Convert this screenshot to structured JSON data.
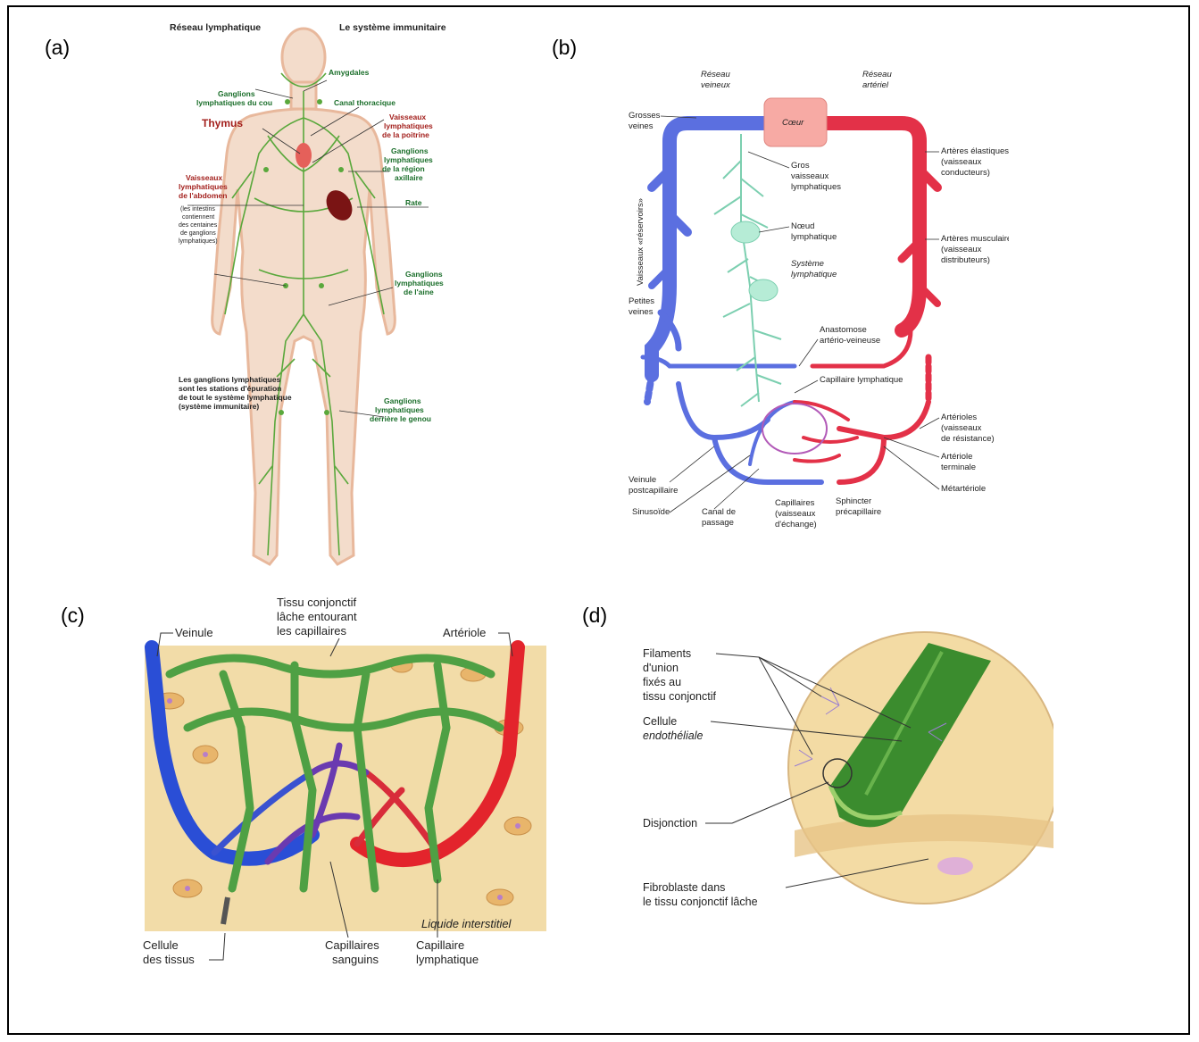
{
  "panels": {
    "a": "(a)",
    "b": "(b)",
    "c": "(c)",
    "d": "(d)"
  },
  "colors": {
    "lymph_green": "#4f9a3a",
    "vein_blue": "#4b5fd6",
    "artery_red": "#e2243a",
    "heart_pink": "#f7a9a8",
    "skin": "#f2d9c4",
    "tissue_yellow": "#f3dba4"
  },
  "panel_a": {
    "title_left": "Réseau lymphatique",
    "title_right": "Le système immunitaire",
    "amygdales": "Amygdales",
    "ganglions_cou_1": "Ganglions",
    "ganglions_cou_2": "lymphatiques du cou",
    "canal": "Canal thoracique",
    "thymus": "Thymus",
    "vaisseaux_poitrine_1": "Vaisseaux",
    "vaisseaux_poitrine_2": "lymphatiques",
    "vaisseaux_poitrine_3": "de la poitrine",
    "axillaire_1": "Ganglions",
    "axillaire_2": "lymphatiques",
    "axillaire_3": "de la région",
    "axillaire_4": "axillaire",
    "abdomen_1": "Vaisseaux",
    "abdomen_2": "lymphatiques",
    "abdomen_3": "de l'abdomen",
    "intestins_1": "(les intestins",
    "intestins_2": "contiennent",
    "intestins_3": "des centaines",
    "intestins_4": "de ganglions",
    "intestins_5": "lymphatiques)",
    "rate": "Rate",
    "aine_1": "Ganglions",
    "aine_2": "lymphatiques",
    "aine_3": "de l'aine",
    "stations_1": "Les ganglions lymphatiques",
    "stations_2": "sont les stations d'épuration",
    "stations_3": "de tout le système lymphatique",
    "stations_4": "(système immunitaire)",
    "genou_1": "Ganglions",
    "genou_2": "lymphatiques",
    "genou_3": "derrière le genou"
  },
  "panel_b": {
    "reseau_veineux_1": "Réseau",
    "reseau_veineux_2": "veineux",
    "reseau_arteriel_1": "Réseau",
    "reseau_arteriel_2": "artériel",
    "coeur": "Cœur",
    "grosses_veines_1": "Grosses",
    "grosses_veines_2": "veines",
    "reservoirs": "Vaisseaux «réservoirs»",
    "petites_veines_1": "Petites",
    "petites_veines_2": "veines",
    "gros_lymph_1": "Gros",
    "gros_lymph_2": "vaisseaux",
    "gros_lymph_3": "lymphatiques",
    "noeud_1": "Nœud",
    "noeud_2": "lymphatique",
    "systeme_1": "Système",
    "systeme_2": "lymphatique",
    "elastiques_1": "Artères élastiques",
    "elastiques_2": "(vaisseaux",
    "elastiques_3": "conducteurs)",
    "musculaires_1": "Artères musculaires",
    "musculaires_2": "(vaisseaux",
    "musculaires_3": "distributeurs)",
    "anastomose_1": "Anastomose",
    "anastomose_2": "artério-veineuse",
    "capillaire_lymph": "Capillaire lymphatique",
    "arterioles_1": "Artérioles",
    "arterioles_2": "(vaisseaux",
    "arterioles_3": "de résistance)",
    "arteriole_term_1": "Artériole",
    "arteriole_term_2": "terminale",
    "metarteriole": "Métartériole",
    "veinule_1": "Veinule",
    "veinule_2": "postcapillaire",
    "sinusoide": "Sinusoïde",
    "canal_1": "Canal de",
    "canal_2": "passage",
    "capillaires_1": "Capillaires",
    "capillaires_2": "(vaisseaux",
    "capillaires_3": "d'échange)",
    "sphincter_1": "Sphincter",
    "sphincter_2": "précapillaire"
  },
  "panel_c": {
    "tissu_1": "Tissu conjonctif",
    "tissu_2": "lâche entourant",
    "tissu_3": "les capillaires",
    "veinule": "Veinule",
    "arteriole": "Artériole",
    "liquide": "Liquide interstitiel",
    "cellule_1": "Cellule",
    "cellule_2": "des tissus",
    "sanguins_1": "Capillaires",
    "sanguins_2": "sanguins",
    "lymph_1": "Capillaire",
    "lymph_2": "lymphatique"
  },
  "panel_d": {
    "filaments_1": "Filaments",
    "filaments_2": "d'union",
    "filaments_3": "fixés au",
    "filaments_4": "tissu conjonctif",
    "cellule_1": "Cellule",
    "cellule_2": "endothéliale",
    "disjonction": "Disjonction",
    "fibro_1": "Fibroblaste dans",
    "fibro_2": "le tissu conjonctif lâche"
  }
}
